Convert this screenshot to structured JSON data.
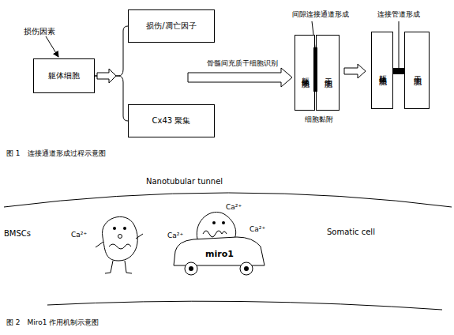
{
  "diagram": {
    "nodes": [
      {
        "text": [
          "躯体细胞"
        ]
      },
      {
        "text": [
          "损伤/凋亡因子"
        ]
      },
      {
        "text": [
          "Cx43 聚集"
        ]
      },
      {
        "text": [
          "躯体细胞"
        ]
      },
      {
        "text": [
          "干细胞"
        ]
      },
      {
        "text": [
          "躯体细胞"
        ]
      },
      {
        "text": [
          "干细胞"
        ]
      }
    ],
    "edges": [
      {
        "from": 0,
        "to": 1,
        "arrow": "none"
      },
      {
        "from": 0,
        "to": 2,
        "arrow": "none"
      }
    ],
    "labels": [
      "损伤因素",
      "骨髓间充质干细胞识别",
      "间隙连接通道形成",
      "细胞黏附",
      "连接管道形成",
      "图 1　连接通道形成过程示意图",
      "Nanotubular tunnel",
      "BMSCs",
      "Somatic cell",
      "Ca²⁺",
      "Ca²⁺",
      "Ca²⁺",
      "Ca²⁺",
      "miro1",
      "图 2　Miro1 作用机制示意图"
    ]
  }
}
